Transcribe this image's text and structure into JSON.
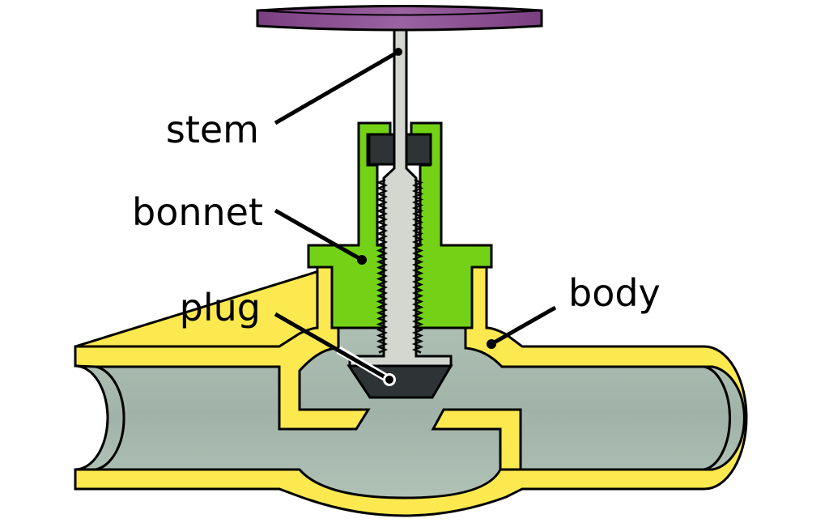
{
  "title": "Globe valve cross-section",
  "labels": {
    "stem": "stem",
    "bonnet": "bonnet",
    "plug": "plug",
    "body": "body"
  },
  "parts": [
    {
      "id": "handwheel",
      "color": "#8b4f92"
    },
    {
      "id": "stem",
      "color": "#d3d7cf"
    },
    {
      "id": "packing-nut",
      "color": "#2e3436"
    },
    {
      "id": "bonnet",
      "color": "#73d216"
    },
    {
      "id": "body",
      "color": "#fce94f"
    },
    {
      "id": "fluid-passage",
      "color": "#a7b9ae"
    },
    {
      "id": "plug",
      "color": "#2e3436"
    }
  ]
}
